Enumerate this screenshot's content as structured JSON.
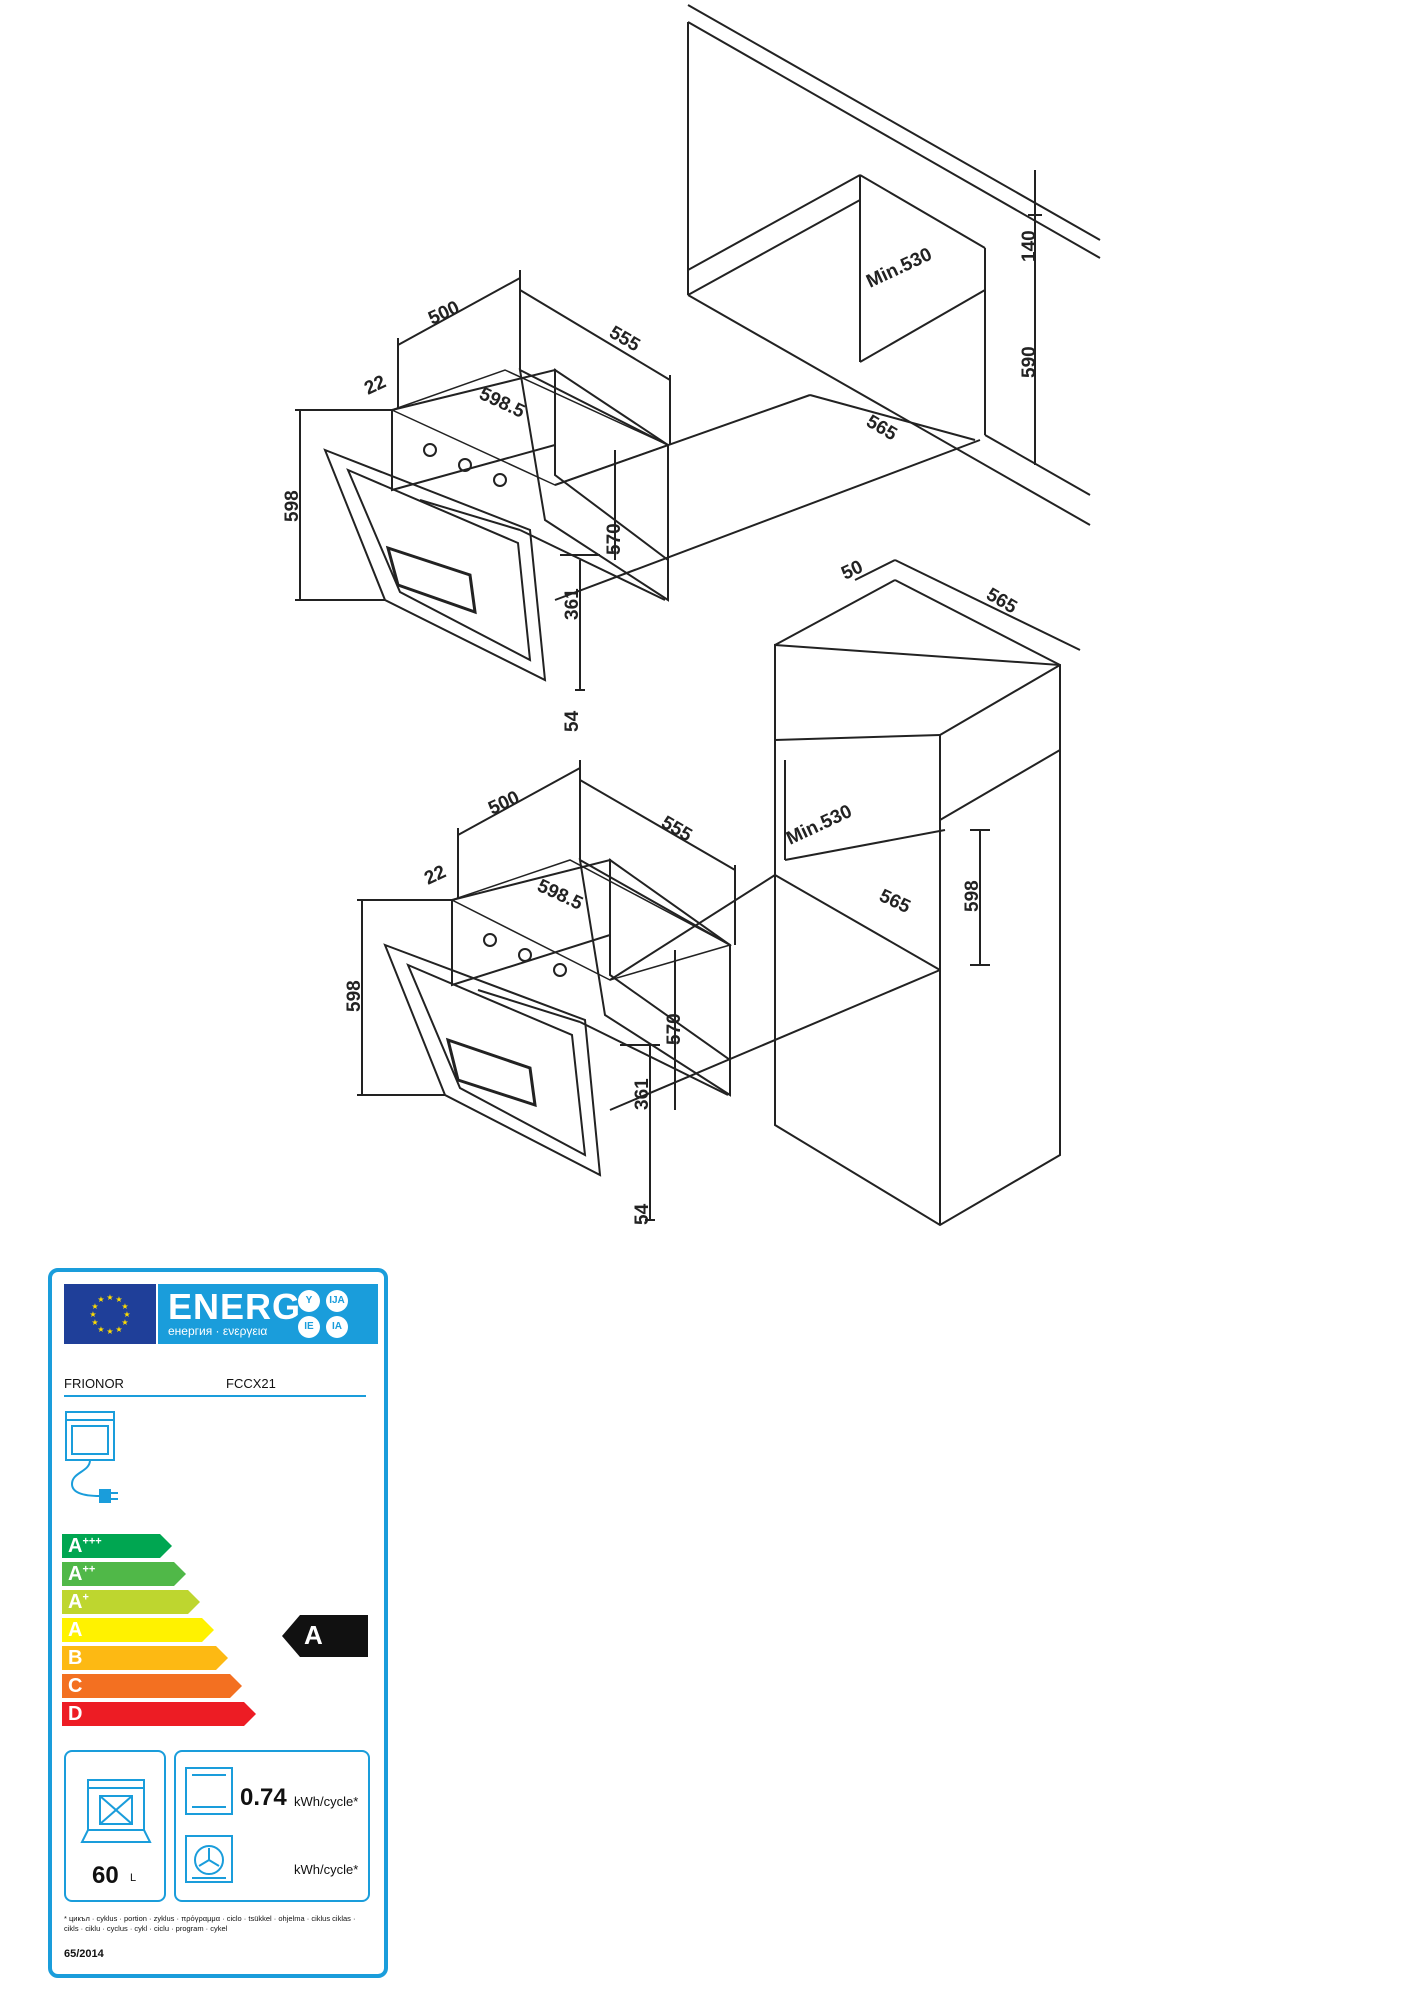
{
  "drawing": {
    "top_cabinet": {
      "dim_140": "140",
      "dim_590": "590",
      "dim_565": "565",
      "dim_min530": "Min.530"
    },
    "oven_top": {
      "dim_500": "500",
      "dim_555": "555",
      "dim_22": "22",
      "dim_598_5": "598.5",
      "dim_598": "598",
      "dim_570": "570",
      "dim_361": "361",
      "dim_54": "54"
    },
    "tall_cabinet": {
      "dim_50": "50",
      "dim_565_top": "565",
      "dim_min530": "Min.530",
      "dim_565": "565",
      "dim_598": "598"
    },
    "oven_bottom": {
      "dim_500": "500",
      "dim_555": "555",
      "dim_22": "22",
      "dim_598_5": "598.5",
      "dim_598": "598",
      "dim_570": "570",
      "dim_361": "361",
      "dim_54": "54"
    }
  },
  "label": {
    "title": "ENERG",
    "subtitle": "енергия · ενεργεια",
    "suffixes": [
      "Y",
      "IJA",
      "IE",
      "IA"
    ],
    "brand": "FRIONOR",
    "model": "FCCX21",
    "classes": [
      {
        "letter": "A",
        "plus": "+++",
        "color": "#00a651"
      },
      {
        "letter": "A",
        "plus": "++",
        "color": "#50b848"
      },
      {
        "letter": "A",
        "plus": "+",
        "color": "#bed62f"
      },
      {
        "letter": "A",
        "plus": "",
        "color": "#fff200"
      },
      {
        "letter": "B",
        "plus": "",
        "color": "#fdb913"
      },
      {
        "letter": "C",
        "plus": "",
        "color": "#f37021"
      },
      {
        "letter": "D",
        "plus": "",
        "color": "#ed1c24"
      }
    ],
    "rating": "A",
    "volume_value": "60",
    "volume_unit": "L",
    "conventional_value": "0.74",
    "conventional_unit": "kWh/cycle*",
    "fan_value": "",
    "fan_unit": "kWh/cycle*",
    "footnote": "* цикъл · cyklus · portion · zyklus · πρόγραμμα · ciclo · tsükkel · ohjelma · ciklus ciklas · cikls · ciklu · cyclus · cykl · ciclu · program · cykel",
    "regulation": "65/2014"
  }
}
